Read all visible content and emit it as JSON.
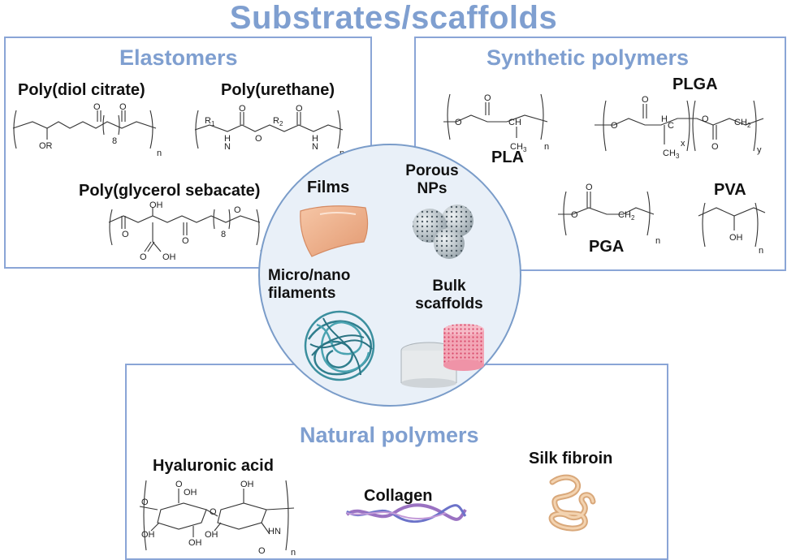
{
  "title": "Substrates/scaffolds",
  "panels": {
    "elastomers": {
      "title": "Elastomers",
      "items": [
        "Poly(diol citrate)",
        "Poly(urethane)",
        "Poly(glycerol sebacate)"
      ]
    },
    "synthetic": {
      "title": "Synthetic polymers",
      "items": [
        "PLGA",
        "PLA",
        "PGA",
        "PVA"
      ]
    },
    "natural": {
      "title": "Natural polymers",
      "items": [
        "Hyaluronic acid",
        "Collagen",
        "Silk fibroin"
      ]
    }
  },
  "center": {
    "films": "Films",
    "porous_line1": "Porous",
    "porous_line2": "NPs",
    "fil_line1": "Micro/nano",
    "fil_line2": "filaments",
    "bulk_line1": "Bulk",
    "bulk_line2": "scaffolds"
  },
  "chem_labels": {
    "OR": "OR",
    "O": "O",
    "n": "n",
    "eight": "8",
    "R1": "R",
    "R2": "R",
    "one": "1",
    "two": "2",
    "H": "H",
    "N": "N",
    "OH": "OH",
    "CH": "CH",
    "CH3": "CH",
    "three": "3",
    "CH2": "CH",
    "x": "x",
    "y": "y",
    "C": "C"
  },
  "colors": {
    "title": "#7f9fd0",
    "frame": "#8aa5d6",
    "circle_fill": "#e9f0f8"
  }
}
